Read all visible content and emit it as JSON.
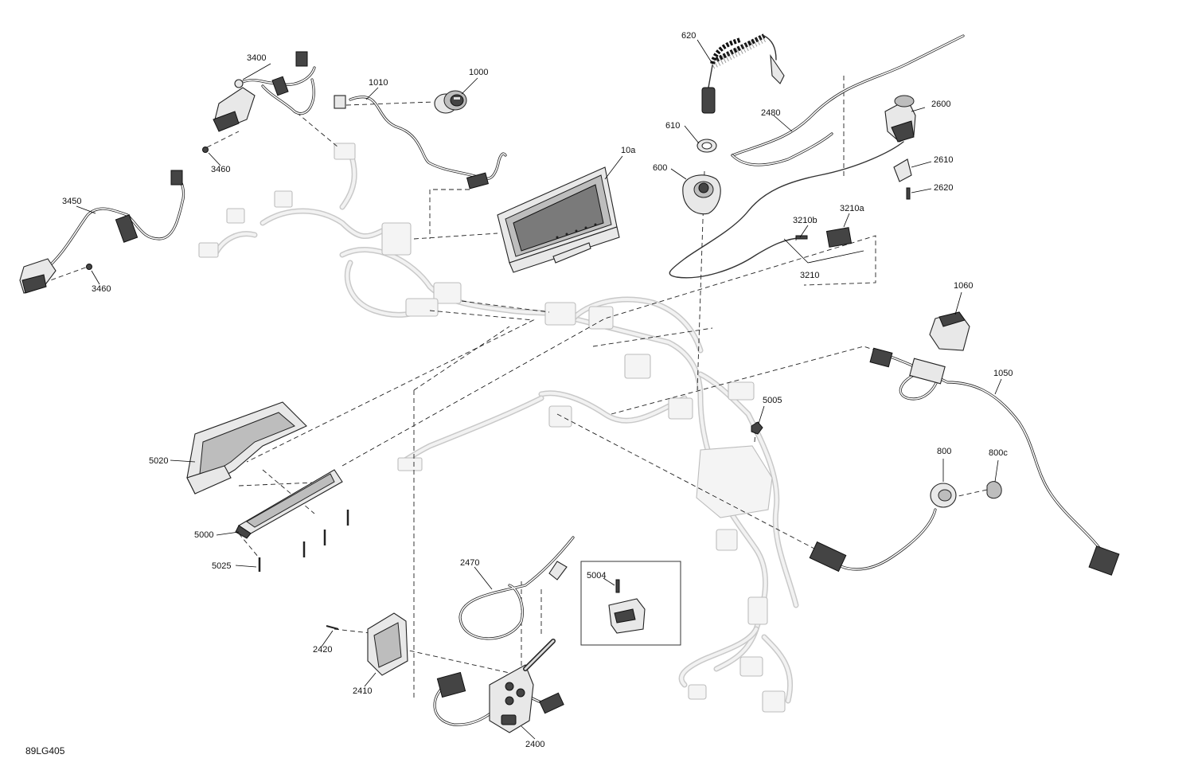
{
  "figure_code": "89LG405",
  "callouts": {
    "c620": "620",
    "c610": "610",
    "c600": "600",
    "c2480": "2480",
    "c2600": "2600",
    "c2610": "2610",
    "c2620": "2620",
    "c3210a": "3210a",
    "c3210b": "3210b",
    "c3210": "3210",
    "c1060": "1060",
    "c1050": "1050",
    "c5005": "5005",
    "c800": "800",
    "c800c": "800c",
    "c3400": "3400",
    "c1010": "1010",
    "c1000": "1000",
    "c10a": "10a",
    "c3460a": "3460",
    "c3460b": "3460",
    "c3450": "3450",
    "c5020": "5020",
    "c5000": "5000",
    "c5025": "5025",
    "c2470": "2470",
    "c5004": "5004",
    "c2420": "2420",
    "c2410": "2410",
    "c2400": "2400"
  },
  "icons": [
    "instrument-cluster",
    "ignition-switch",
    "lanyard-tether",
    "electronic-module",
    "harness-connector",
    "selector-switch",
    "power-outlet",
    "relay"
  ]
}
